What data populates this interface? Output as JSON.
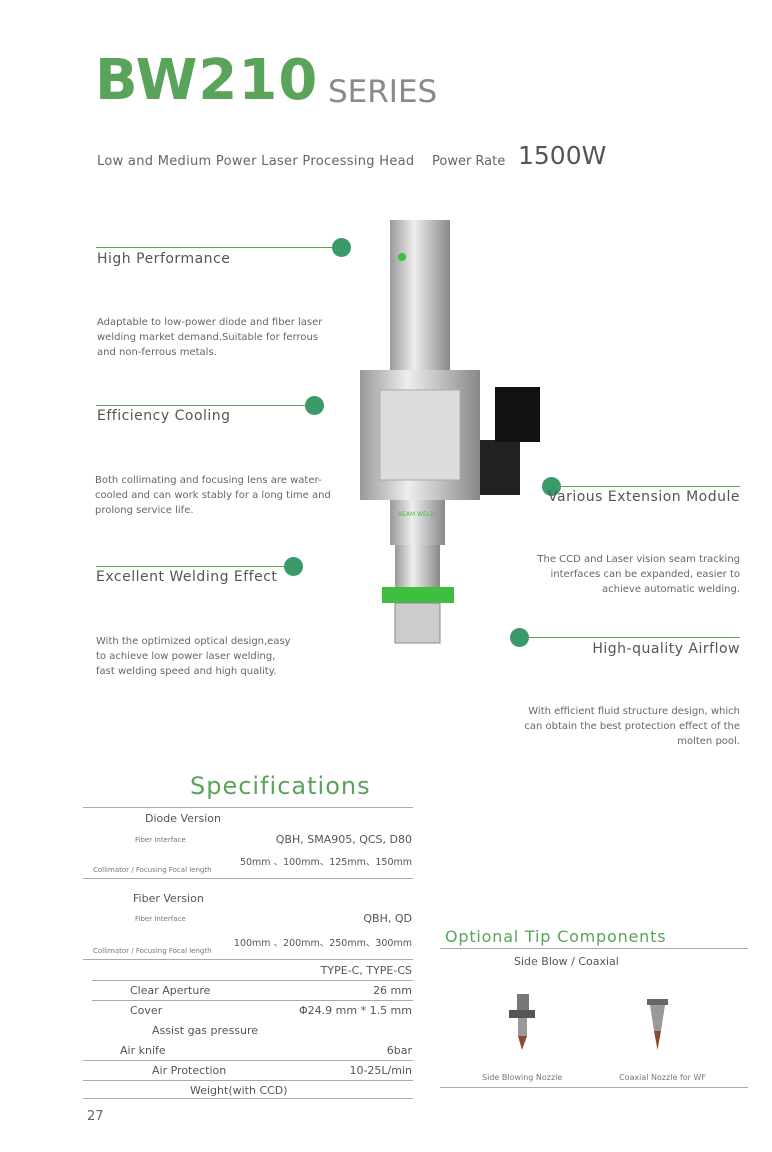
{
  "header": {
    "model": "BW210",
    "series": "SERIES",
    "subtitle": "Low and Medium Power Laser Processing Head",
    "power_label": "Power Rate",
    "power_value": "1500W"
  },
  "features": [
    {
      "title": "High Performance",
      "desc": "Adaptable to low-power diode and fiber laser welding market demand.Suitable for ferrous and non-ferrous metals."
    },
    {
      "title": "Efficiency Cooling",
      "desc": "Both collimating and focusing lens are water-cooled and can work stably for a long time and prolong service life."
    },
    {
      "title": "Excellent Welding Effect",
      "desc": "With the optimized optical design,easy to achieve low power laser welding, fast welding speed and high quality."
    },
    {
      "title": "Various Extension Module",
      "desc": "The CCD and Laser vision seam tracking interfaces can be expanded, easier to achieve automatic welding."
    },
    {
      "title": "High-quality Airflow",
      "desc": "With efficient fluid structure design, which can obtain the best protection effect of the molten pool."
    }
  ],
  "product": {
    "logo": "BEAM WELD",
    "accent": "#3fbf3f"
  },
  "specs": {
    "title": "Specifications",
    "diode": {
      "heading": "Diode Version",
      "fiber_label": "Fiber Interface",
      "fiber_value": "QBH, SMA905, QCS, D80",
      "focal_label": "Collimator / Focusing Focal length",
      "focal_value": "50mm 、100mm、125mm、150mm"
    },
    "fiber": {
      "heading": "Fiber Version",
      "fiber_label": "Fiber Interface",
      "fiber_value": "QBH, QD",
      "focal_label": "Collimator / Focusing Focal length",
      "focal_value": "100mm 、200mm、250mm、300mm"
    },
    "rows": {
      "ccd_value": "TYPE-C, TYPE-CS",
      "aperture_label": "Clear Aperture",
      "aperture_value": "26 mm",
      "cover_label": "Cover",
      "cover_value": "Φ24.9 mm * 1.5 mm",
      "gas_label": "Assist gas pressure",
      "knife_label": "Air knife",
      "knife_value": "6bar",
      "protection_label": "Air Protection",
      "protection_value": "10-25L/min",
      "weight_label": "Weight(with CCD)"
    }
  },
  "optional": {
    "title": "Optional Tip Components",
    "subtitle": "Side Blow / Coaxial",
    "items": [
      "Side Blowing Nozzle",
      "Coaxial Nozzle for WF"
    ]
  },
  "page_number": "27"
}
